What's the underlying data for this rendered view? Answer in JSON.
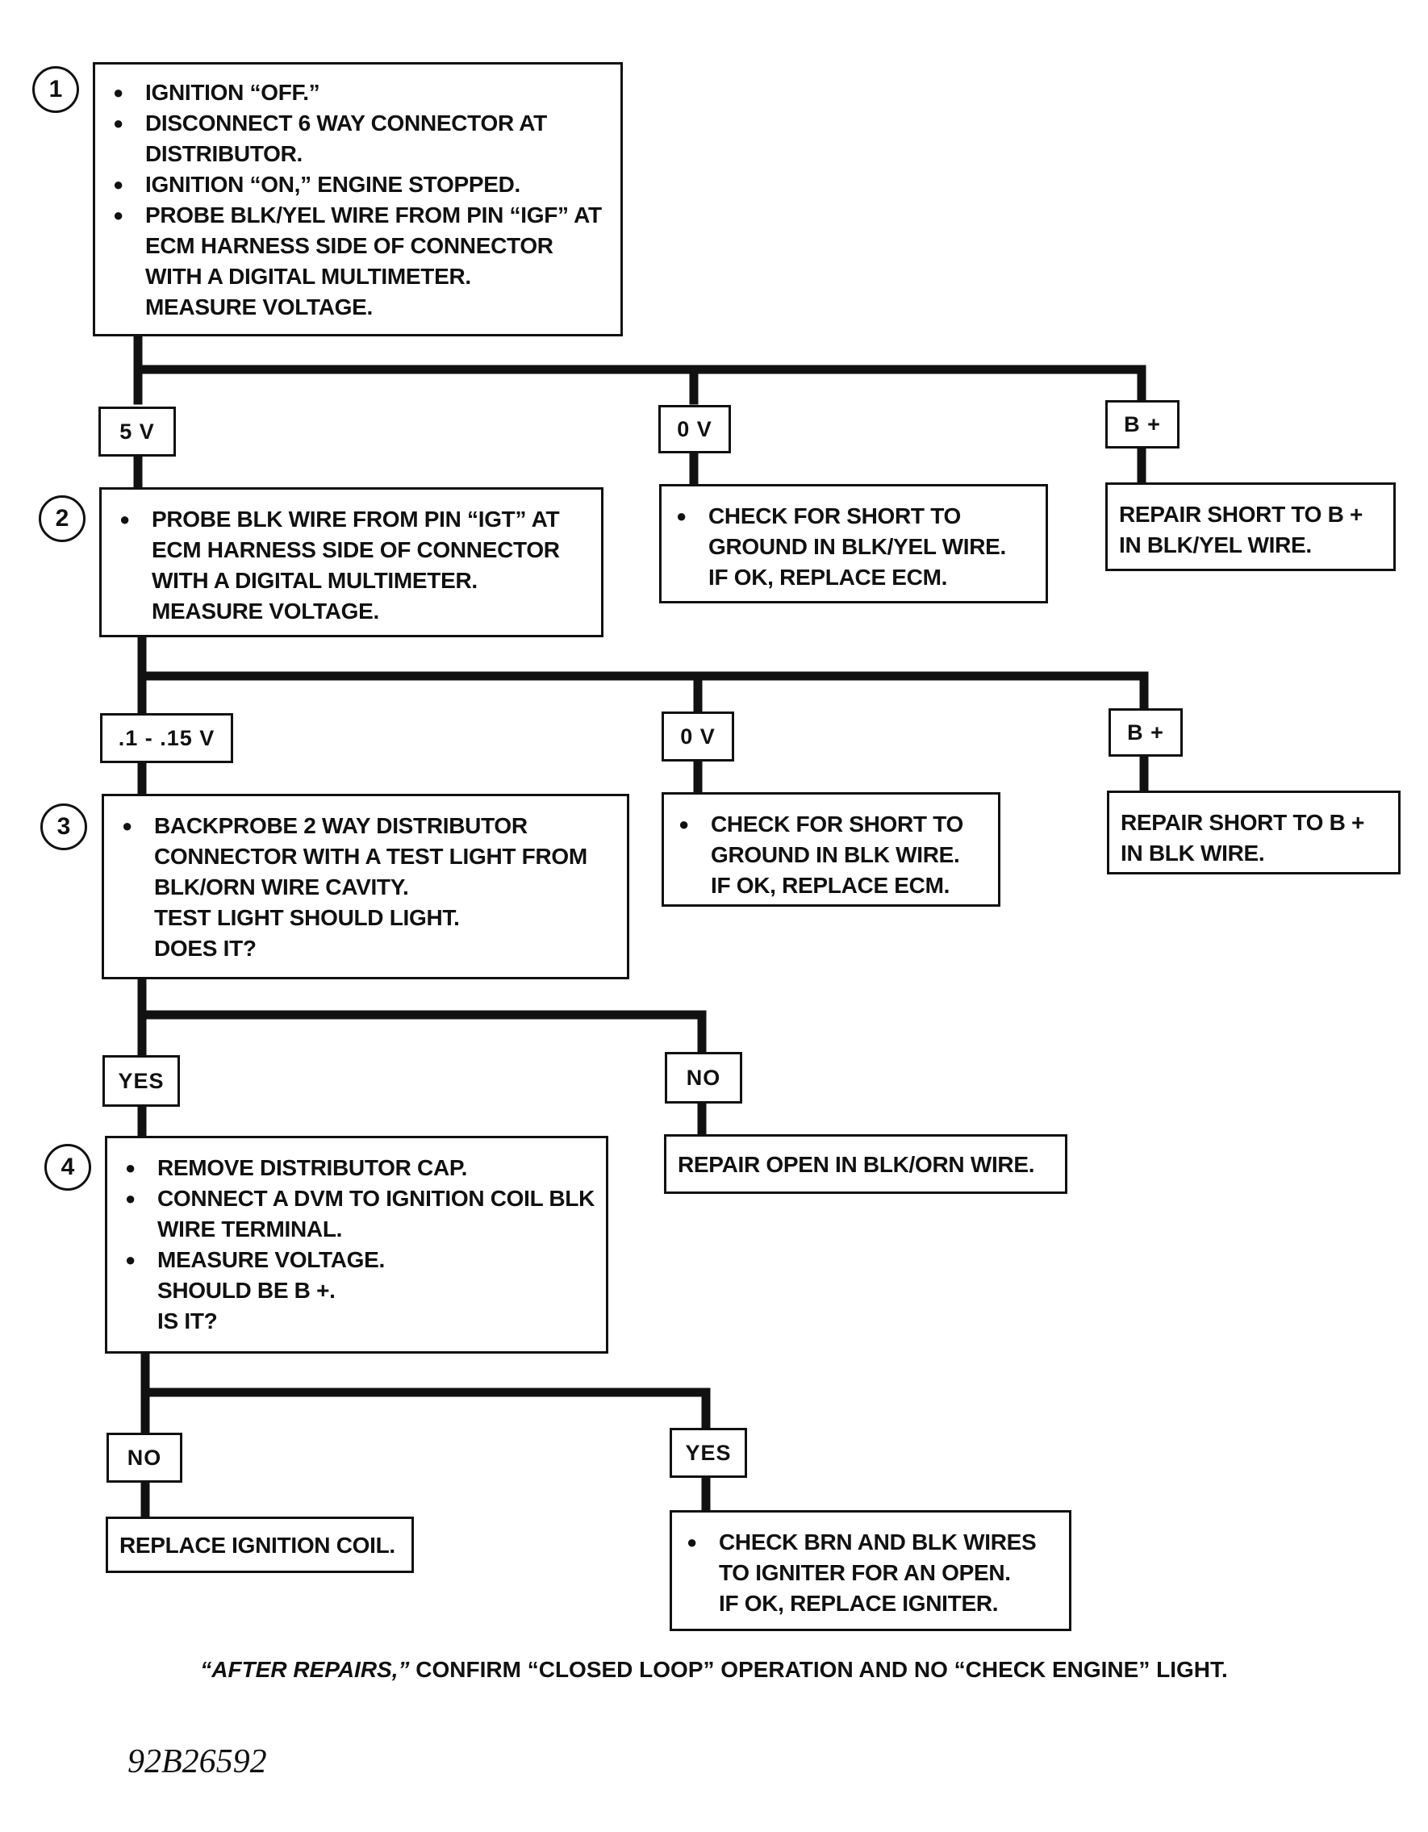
{
  "steps": [
    {
      "number": "1",
      "bullets": [
        "IGNITION “OFF.”",
        "DISCONNECT 6 WAY CONNECTOR AT DISTRIBUTOR.",
        "IGNITION “ON,” ENGINE STOPPED.",
        "PROBE BLK/YEL WIRE FROM PIN “IGF” AT ECM HARNESS SIDE OF CONNECTOR WITH A DIGITAL MULTIMETER."
      ],
      "tail": [
        "MEASURE VOLTAGE."
      ]
    },
    {
      "number": "2",
      "bullets": [
        "PROBE BLK WIRE FROM PIN “IGT” AT ECM HARNESS SIDE OF CONNECTOR WITH A DIGITAL MULTIMETER."
      ],
      "tail": [
        "MEASURE VOLTAGE."
      ]
    },
    {
      "number": "3",
      "bullets": [
        "BACKPROBE 2 WAY DISTRIBUTOR CONNECTOR WITH A TEST LIGHT FROM BLK/ORN WIRE CAVITY."
      ],
      "tail": [
        "TEST LIGHT SHOULD LIGHT.",
        "DOES IT?"
      ]
    },
    {
      "number": "4",
      "bullets": [
        "REMOVE DISTRIBUTOR CAP.",
        "CONNECT A DVM TO IGNITION COIL BLK WIRE TERMINAL.",
        "MEASURE VOLTAGE."
      ],
      "tail": [
        "SHOULD BE B +.",
        "IS IT?"
      ]
    }
  ],
  "branch_labels": {
    "s1_5v": "5 V",
    "s1_0v": "0 V",
    "s1_bplus": "B +",
    "s2_range": ".1 - .15 V",
    "s2_0v": "0 V",
    "s2_bplus": "B +",
    "s3_yes": "YES",
    "s3_no": "NO",
    "s4_no": "NO",
    "s4_yes": "YES"
  },
  "outcomes": {
    "s1_0v": {
      "bullet": "CHECK FOR SHORT TO GROUND IN BLK/YEL WIRE.",
      "tail": "IF OK, REPLACE ECM."
    },
    "s1_bplus": "REPAIR SHORT TO B + IN BLK/YEL WIRE.",
    "s2_0v": {
      "bullet": "CHECK FOR SHORT TO GROUND IN BLK WIRE.",
      "tail": "IF OK, REPLACE ECM."
    },
    "s2_bplus": "REPAIR SHORT TO B + IN BLK WIRE.",
    "s3_no": "REPAIR OPEN IN BLK/ORN WIRE.",
    "s4_no": "REPLACE IGNITION COIL.",
    "s4_yes": {
      "bullet": "CHECK BRN AND BLK WIRES TO IGNITER FOR AN OPEN.",
      "tail": "IF OK, REPLACE IGNITER."
    }
  },
  "footer": {
    "emphasis": "“AFTER REPAIRS,”",
    "text": " CONFIRM “CLOSED LOOP” OPERATION AND NO “CHECK ENGINE” LIGHT."
  },
  "figure_id": "92B26592"
}
